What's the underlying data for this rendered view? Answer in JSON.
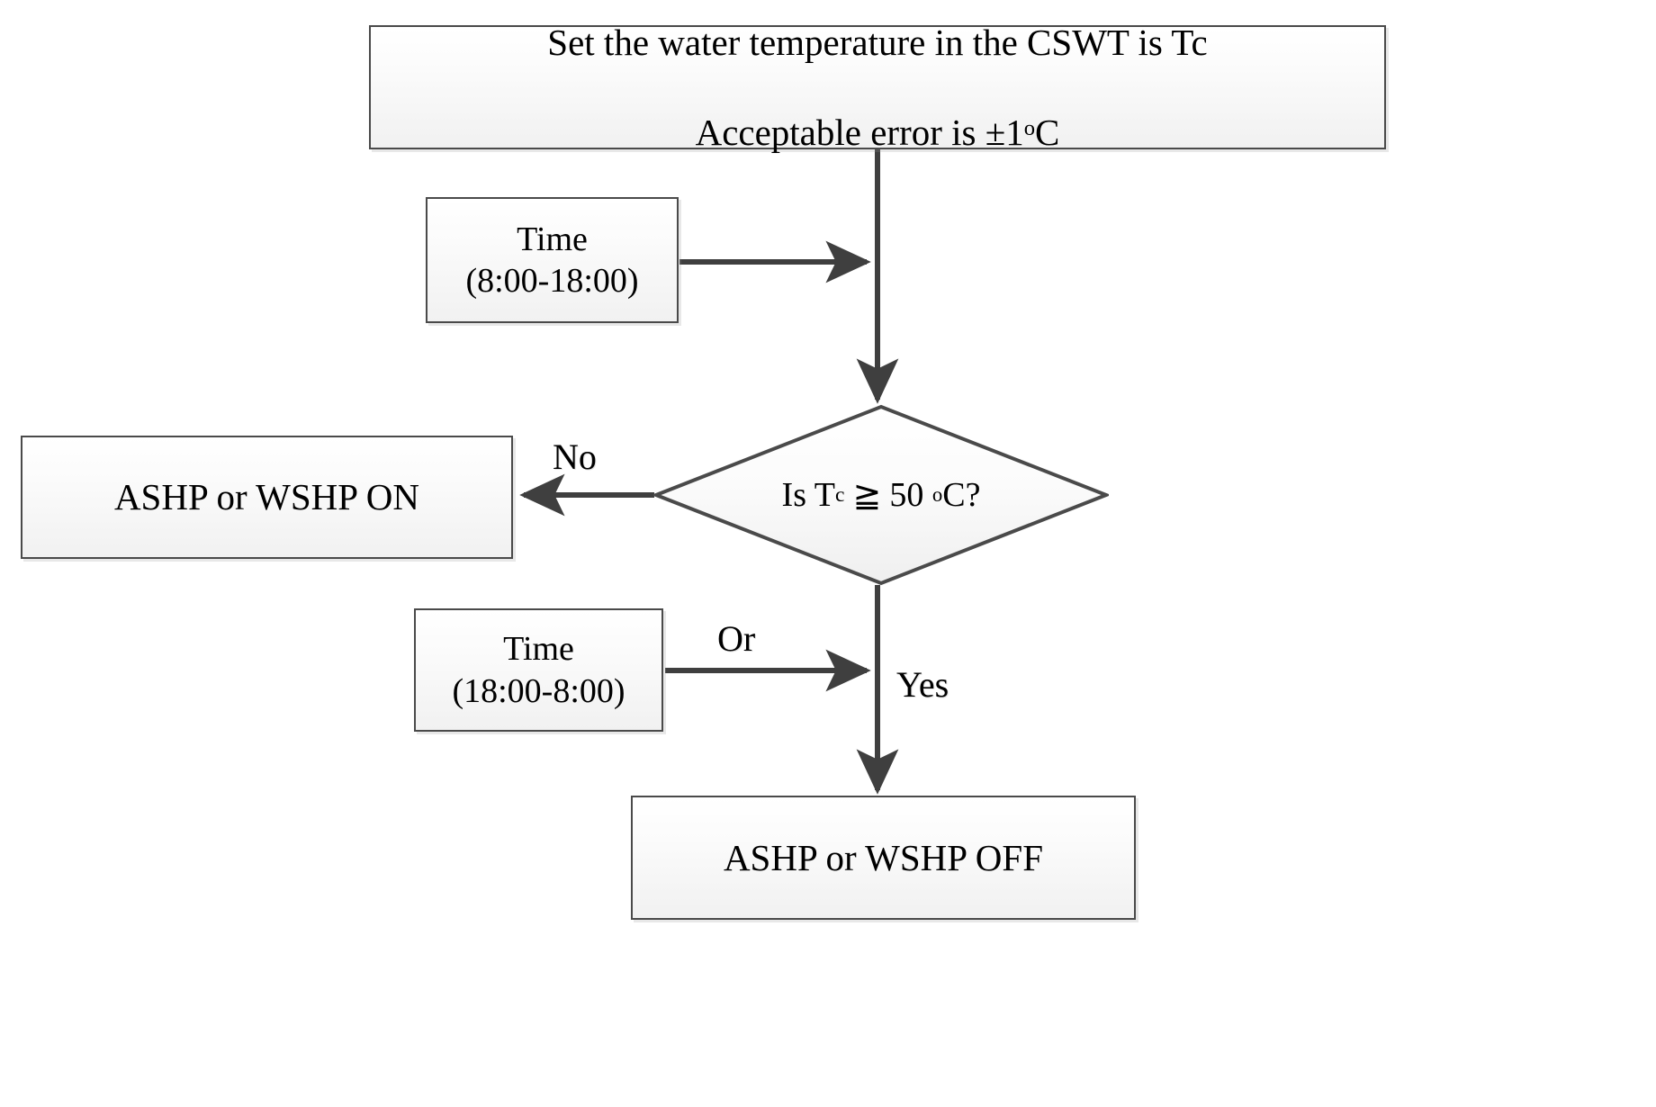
{
  "diagram": {
    "title": "Heat pump control logic flowchart",
    "type": "flowchart",
    "colors": {
      "node_border": "#4a4a4a",
      "node_fill_top": "#ffffff",
      "node_fill_bottom": "#f1f1f1",
      "arrow": "#3f3f3f",
      "text": "#000000",
      "background": "#ffffff"
    }
  },
  "nodes": {
    "setpoint": {
      "name": "setpoint-box",
      "line1": "Set the water temperature in the CSWT is Tc",
      "line2": "Acceptable error is ±1oC"
    },
    "time_day": {
      "name": "time-day-box",
      "line1": "Time",
      "line2": "(8:00-18:00)"
    },
    "decision": {
      "name": "decision-diamond",
      "prefix": "Is T",
      "subscript": "c",
      "operator": "≥",
      "value": "50",
      "degree": "o",
      "unit": "C?"
    },
    "hp_on": {
      "name": "heat-pump-on-box",
      "label": "ASHP or WSHP ON"
    },
    "time_night": {
      "name": "time-night-box",
      "line1": "Time",
      "line2": "(18:00-8:00)"
    },
    "hp_off": {
      "name": "heat-pump-off-box",
      "label": "ASHP or WSHP OFF"
    }
  },
  "edge_labels": {
    "no": "No",
    "or": "Or",
    "yes": "Yes"
  }
}
